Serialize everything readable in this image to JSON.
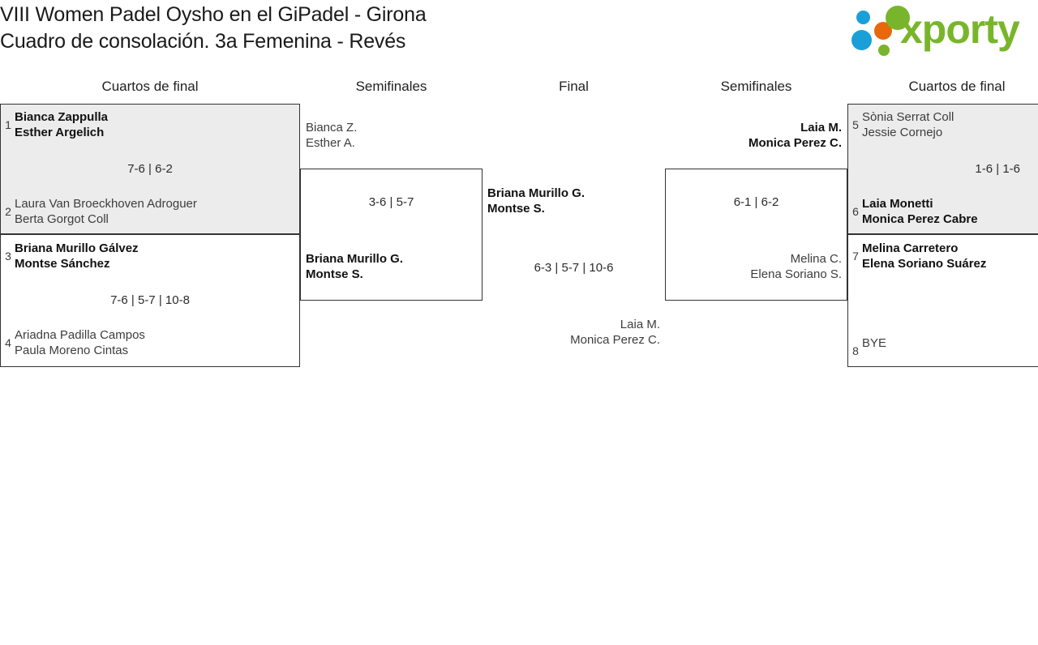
{
  "header": {
    "title_line1": "VIII Women Padel Oysho en el GiPadel - Girona",
    "title_line2": "Cuadro de consolación. 3a Femenina - Revés",
    "logo": {
      "word": "xporty",
      "colors": {
        "green": "#79b52b",
        "orange": "#e8690b",
        "blue_light": "#1a9fd9",
        "blue_dark": "#1a9fd9"
      },
      "dots": [
        "blue-dot",
        "orange-dot",
        "blue-dot",
        "green-dot-small",
        "green-dot-large"
      ]
    }
  },
  "rounds": [
    {
      "label": "Cuartos de final"
    },
    {
      "label": "Semifinales"
    },
    {
      "label": "Final"
    },
    {
      "label": "Semifinales"
    },
    {
      "label": "Cuartos de final"
    }
  ],
  "bracket": {
    "left_quarterfinals": [
      {
        "top": {
          "seed": "1",
          "p1": "Bianca Zappulla",
          "p2": "Esther Argelich",
          "winner": true
        },
        "bottom": {
          "seed": "2",
          "p1": "Laura Van Broeckhoven Adroguer",
          "p2": "Berta Gorgot Coll",
          "winner": false
        },
        "score": "7-6 | 6-2"
      },
      {
        "top": {
          "seed": "3",
          "p1": "Briana Murillo Gálvez",
          "p2": "Montse Sánchez",
          "winner": true
        },
        "bottom": {
          "seed": "4",
          "p1": "Ariadna Padilla Campos",
          "p2": "Paula Moreno Cintas",
          "winner": false
        },
        "score": "7-6 | 5-7 | 10-8"
      }
    ],
    "left_semifinal": {
      "top": {
        "p1": "Bianca Z.",
        "p2": "Esther A.",
        "winner": false
      },
      "bottom": {
        "p1": "Briana Murillo G.",
        "p2": "Montse S.",
        "winner": true
      },
      "score": "3-6 | 5-7"
    },
    "final": {
      "top": {
        "p1": "Briana Murillo G.",
        "p2": "Montse S.",
        "winner": true
      },
      "bottom": {
        "p1": "Laia M.",
        "p2": "Monica Perez C.",
        "winner": false
      },
      "score": "6-3 | 5-7 | 10-6"
    },
    "right_semifinal": {
      "top": {
        "p1": "Laia M.",
        "p2": "Monica Perez C.",
        "winner": true
      },
      "bottom": {
        "p1": "Melina C.",
        "p2": "Elena Soriano S.",
        "winner": false
      },
      "score": "6-1 | 6-2"
    },
    "right_quarterfinals": [
      {
        "top": {
          "seed": "5",
          "p1": "Sònia Serrat Coll",
          "p2": "Jessie Cornejo",
          "winner": false
        },
        "bottom": {
          "seed": "6",
          "p1": "Laia Monetti",
          "p2": "Monica Perez Cabre",
          "winner": true
        },
        "score": "1-6 | 1-6"
      },
      {
        "top": {
          "seed": "7",
          "p1": "Melina Carretero",
          "p2": "Elena Soriano Suárez",
          "winner": true
        },
        "bottom": {
          "seed": "8",
          "p1": "BYE",
          "p2": "",
          "winner": false
        },
        "score": ""
      }
    ]
  }
}
